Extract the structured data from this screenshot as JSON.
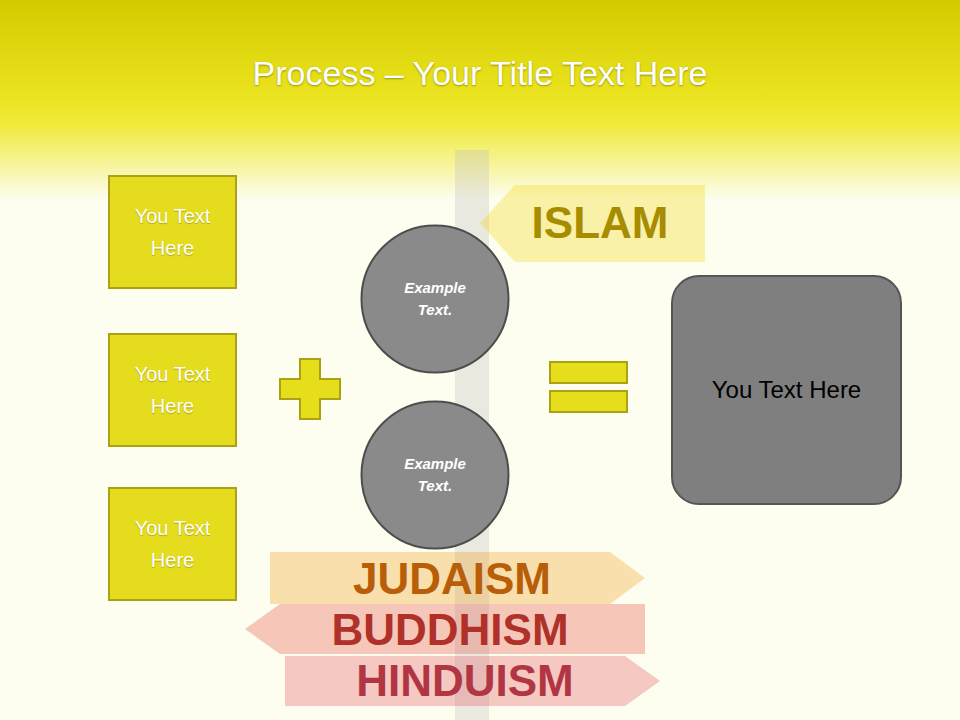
{
  "diagram": {
    "title": "Process – Your Title Text Here",
    "nodes": [
      {
        "text": [
          "You Text Here"
        ]
      },
      {
        "text": [
          "You Text Here"
        ]
      },
      {
        "text": [
          "You Text Here"
        ]
      },
      {
        "text": [
          "Example Text."
        ]
      },
      {
        "text": [
          "Example Text."
        ]
      },
      {
        "text": [
          "You Text Here"
        ]
      }
    ],
    "labels": [
      "ISLAM",
      "JUDAISM",
      "BUDDHISM",
      "HINDUISM"
    ]
  }
}
